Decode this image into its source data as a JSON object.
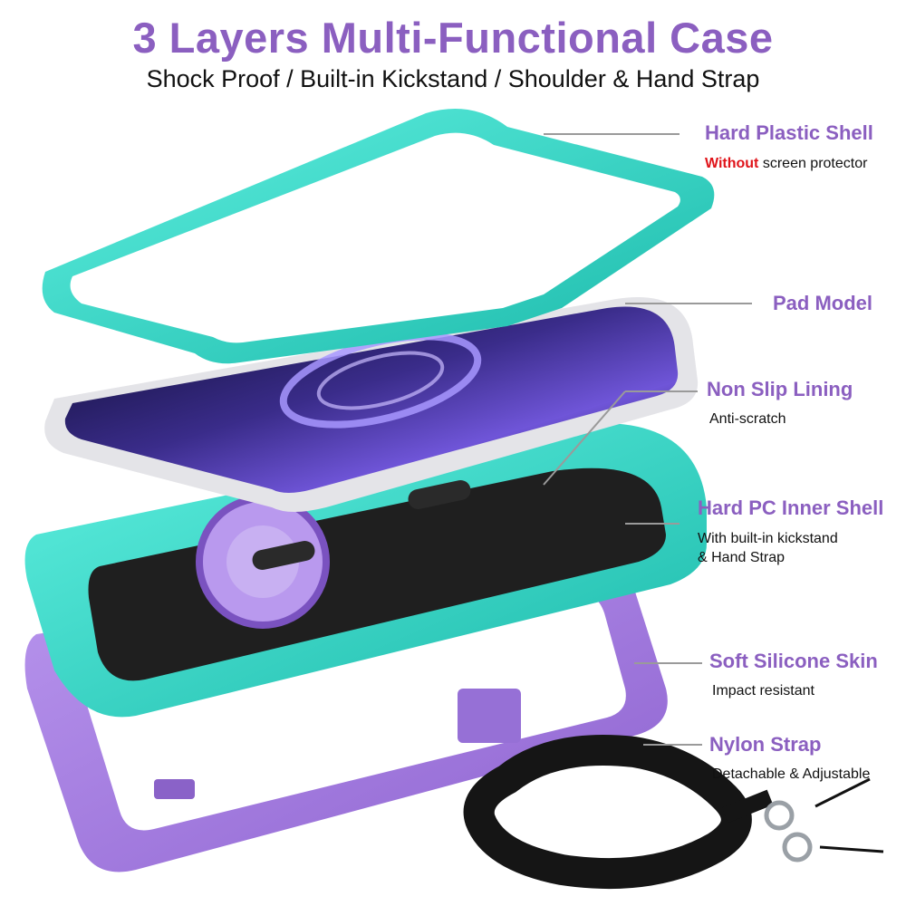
{
  "header": {
    "title": "3 Layers Multi-Functional Case",
    "subtitle": "Shock Proof / Built-in Kickstand / Shoulder & Hand Strap"
  },
  "colors": {
    "accent_purple": "#8b5fc0",
    "teal": "#2ed6c6",
    "lavender": "#a87fe0",
    "warning_red": "#e0141a"
  },
  "callouts": [
    {
      "label": "Hard Plastic Shell",
      "desc_highlight": "Without",
      "desc": " screen protector"
    },
    {
      "label": "Pad Model"
    },
    {
      "label": "Non Slip Lining",
      "desc": "Anti-scratch"
    },
    {
      "label": "Hard PC Inner Shell",
      "desc_line1": "With built-in kickstand",
      "desc_line2": "& Hand Strap"
    },
    {
      "label": "Soft Silicone Skin",
      "desc": "Impact resistant"
    },
    {
      "label": "Nylon Strap",
      "desc": "Detachable & Adjustable"
    }
  ]
}
